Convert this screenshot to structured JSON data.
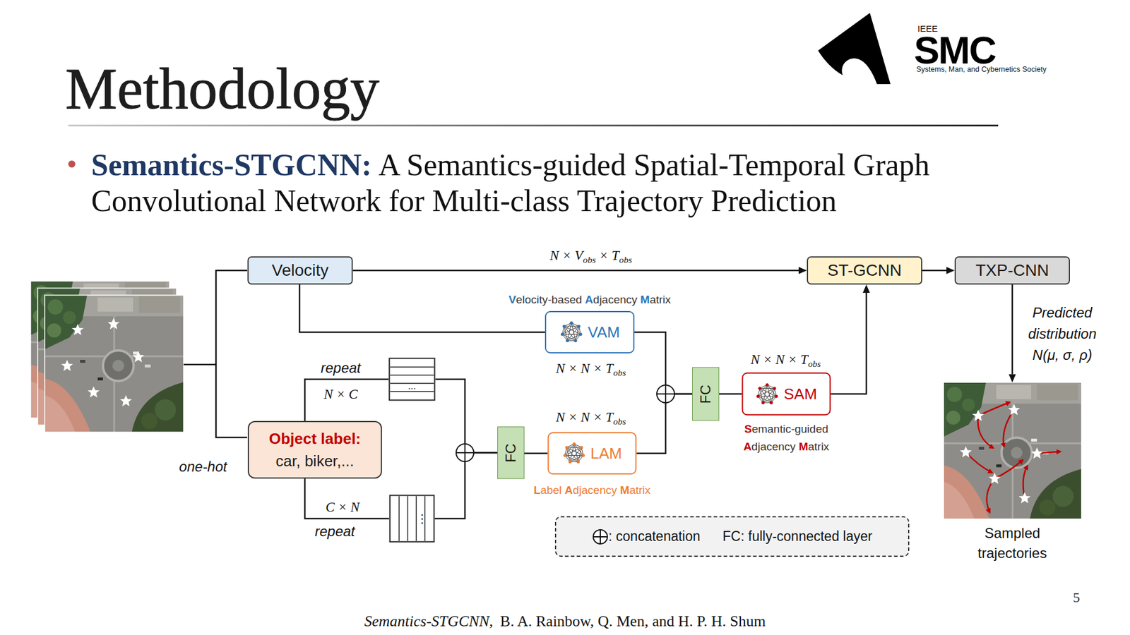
{
  "diagram": {
    "title": "Methodology",
    "nodes": [
      {
        "text": [
          "Velocity"
        ]
      },
      {
        "text": [
          "ST-GCNN"
        ]
      },
      {
        "text": [
          "TXP-CNN"
        ]
      },
      {
        "text": [
          "VAM",
          "Velocity-based Adjacency Matrix"
        ]
      },
      {
        "text": [
          "..."
        ]
      },
      {
        "text": [
          "FC"
        ]
      },
      {
        "text": [
          "SAM",
          "Semantic-guided Adjacency Matrix"
        ]
      },
      {
        "text": [
          "Object label:",
          "car, biker,..."
        ]
      },
      {
        "text": [
          "FC"
        ]
      },
      {
        "text": [
          "LAM",
          "Label Adjacency Matrix"
        ]
      },
      {
        "text": [
          "⋮"
        ]
      },
      {
        "text": [
          "Sampled trajectories"
        ]
      }
    ],
    "edges": [
      {
        "from": 0,
        "to": 1,
        "arrow": "to",
        "label": "N × Vobs × Tobs"
      },
      {
        "from": 1,
        "to": 2,
        "arrow": "to"
      },
      {
        "from": 0,
        "to": 3,
        "arrow": "none"
      },
      {
        "from": 7,
        "to": 4,
        "arrow": "none",
        "label": "repeat"
      },
      {
        "from": 7,
        "to": 10,
        "arrow": "none",
        "label": "repeat"
      },
      {
        "from": 4,
        "to": 8,
        "arrow": "none"
      },
      {
        "from": 10,
        "to": 8,
        "arrow": "none"
      },
      {
        "from": 8,
        "to": 9,
        "arrow": "none"
      },
      {
        "from": 3,
        "to": 5,
        "arrow": "none"
      },
      {
        "from": 9,
        "to": 5,
        "arrow": "none"
      },
      {
        "from": 5,
        "to": 6,
        "arrow": "none"
      },
      {
        "from": 6,
        "to": 1,
        "arrow": "to"
      },
      {
        "from": 2,
        "to": 11,
        "arrow": "to",
        "label": "Predicted distribution N(μ, σ, ρ)"
      }
    ],
    "labels": [
      "IEEE",
      "SMC",
      "Systems, Man, and Cybernetics Society",
      "Semantics-STGCNN:",
      "A Semantics-guided Spatial-Temporal Graph Convolutional Network for Multi-class Trajectory Prediction",
      "N × N × Tobs",
      "N × C",
      "N × N × Tobs",
      "N × N × Tobs",
      "one-hot",
      "C × N",
      "5",
      "Semantics-STGCNN,",
      "B. A. Rainbow, Q. Men, and H. P. H. Shum"
    ],
    "legend": [
      {
        "text": ": concatenation"
      },
      {
        "text": "FC: fully-connected layer"
      }
    ]
  }
}
